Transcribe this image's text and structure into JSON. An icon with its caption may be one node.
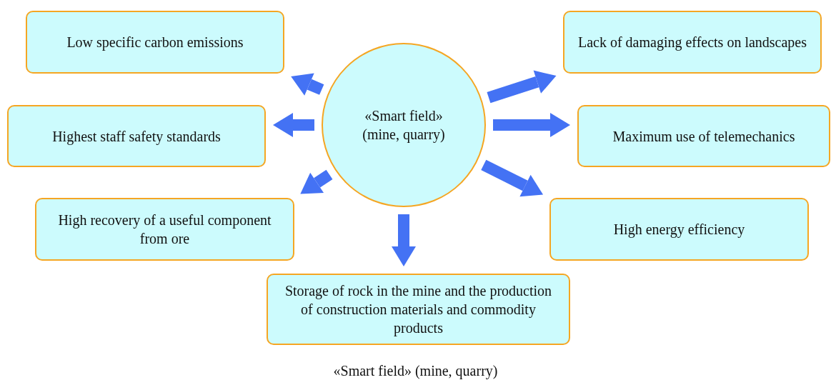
{
  "diagram": {
    "caption": "«Smart field» (mine, quarry)",
    "nodes": [
      {
        "text": [
          "«Smart field» (mine, quarry)"
        ]
      },
      {
        "text": [
          "Low specific carbon emissions"
        ]
      },
      {
        "text": [
          "Lack of damaging effects on landscapes"
        ]
      },
      {
        "text": [
          "Highest staff safety standards"
        ]
      },
      {
        "text": [
          "Maximum use of telemechanics"
        ]
      },
      {
        "text": [
          "High recovery of a useful component from ore"
        ]
      },
      {
        "text": [
          "High energy efficiency"
        ]
      },
      {
        "text": [
          "Storage of rock in the mine and the production of construction materials and commodity products"
        ]
      }
    ],
    "edges": [
      {
        "from": 0,
        "to": 1,
        "arrow": "to"
      },
      {
        "from": 0,
        "to": 2,
        "arrow": "to"
      },
      {
        "from": 0,
        "to": 3,
        "arrow": "to"
      },
      {
        "from": 0,
        "to": 4,
        "arrow": "to"
      },
      {
        "from": 0,
        "to": 5,
        "arrow": "to"
      },
      {
        "from": 0,
        "to": 6,
        "arrow": "to"
      },
      {
        "from": 0,
        "to": 7,
        "arrow": "to"
      }
    ]
  }
}
